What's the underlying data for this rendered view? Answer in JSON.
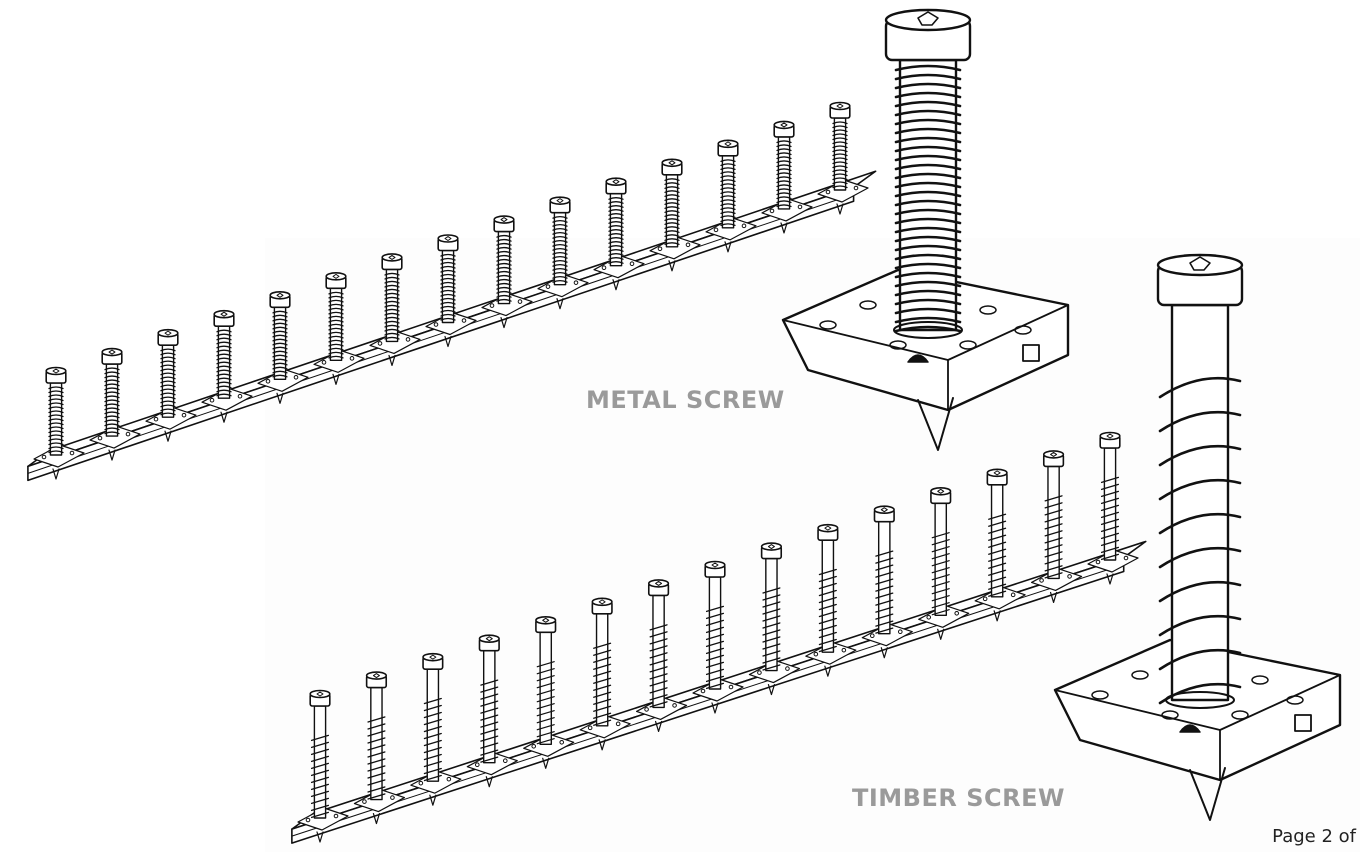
{
  "labels": {
    "metal_screw": "METAL SCREW",
    "timber_screw": "TIMBER SCREW"
  },
  "footer": {
    "page_label": "Page 2 of"
  },
  "illustration": {
    "metal_strip": {
      "screw_count": 15,
      "thread_type": "metal"
    },
    "timber_strip": {
      "screw_count": 15,
      "thread_type": "timber"
    }
  },
  "colors": {
    "caption": "#9a9a9a",
    "line": "#111111"
  }
}
